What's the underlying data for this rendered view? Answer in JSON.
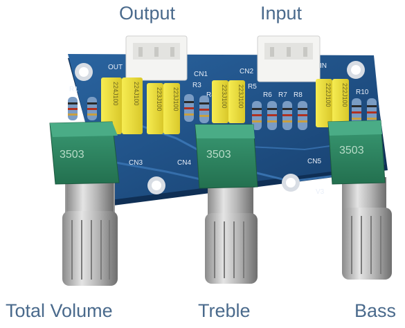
{
  "labels": {
    "output": "Output",
    "input": "Input",
    "total_volume": "Total Volume",
    "treble": "Treble",
    "bass": "Bass"
  },
  "board": {
    "silkscreen": {
      "out": "OUT",
      "in": "IN",
      "cn1": "CN1",
      "cn2": "CN2",
      "cn3": "CN3",
      "cn4": "CN4",
      "cn5": "CN5",
      "r1": "R1",
      "r3": "R3",
      "r4": "R4",
      "r5": "R5",
      "r6": "R6",
      "r7": "R7",
      "r8": "R8",
      "r10": "R10",
      "v3": "V3"
    },
    "capacitor_codes": [
      "224J100",
      "224J100",
      "223J100",
      "223J100",
      "223J100",
      "223J100",
      "222J100",
      "222J100"
    ],
    "potentiometer_code": "3503",
    "colors": {
      "pcb": "#1d4f86",
      "pot": "#2f8a66",
      "capacitor": "#f3e63a",
      "connector": "#f4f4f2"
    }
  }
}
